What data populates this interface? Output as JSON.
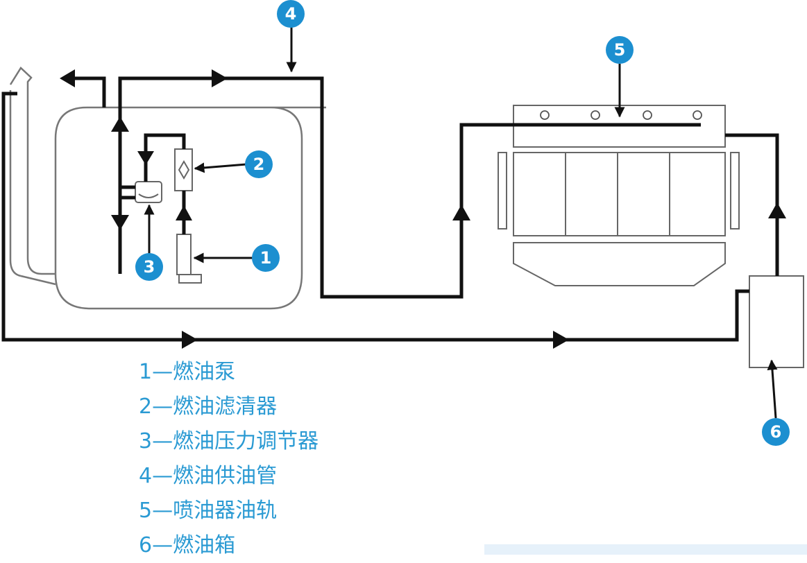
{
  "callouts": [
    "1",
    "2",
    "3",
    "4",
    "5",
    "6"
  ],
  "legend": [
    "1—燃油泵",
    "2—燃油滤清器",
    "3—燃油压力调节器",
    "4—燃油供油管",
    "5—喷油器油轨",
    "6—燃油箱"
  ],
  "colors": {
    "line": "#111111",
    "callout": "#1c8fd0",
    "legend_text": "#2a9ad3",
    "band": "#e6f1fa"
  }
}
